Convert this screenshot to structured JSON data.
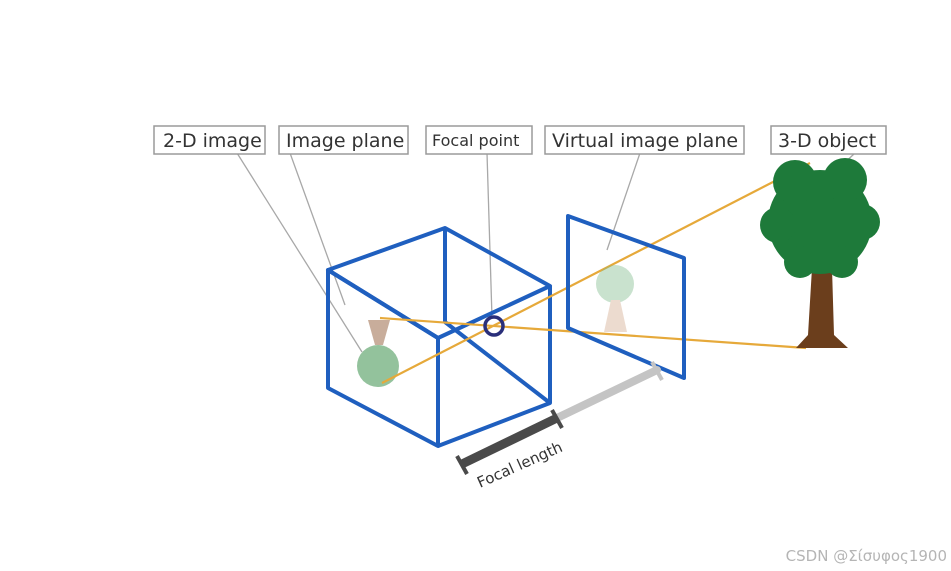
{
  "labels": {
    "two_d_image": "2-D image",
    "image_plane": "Image plane",
    "focal_point": "Focal point",
    "virtual_image_plane": "Virtual image plane",
    "three_d_object": "3-D object"
  },
  "focal_length_label": "Focal length",
  "watermark": "CSDN @Σίσυφος1900",
  "colors": {
    "cube": "#1f5fbf",
    "ray": "#e6a93a",
    "tree_foliage": "#1e7a3a",
    "tree_trunk": "#6b3e1c",
    "focal_point": "#2a2f7a",
    "focal_bar_dark": "#4a4a4a",
    "focal_bar_light": "#c4c4c4"
  }
}
